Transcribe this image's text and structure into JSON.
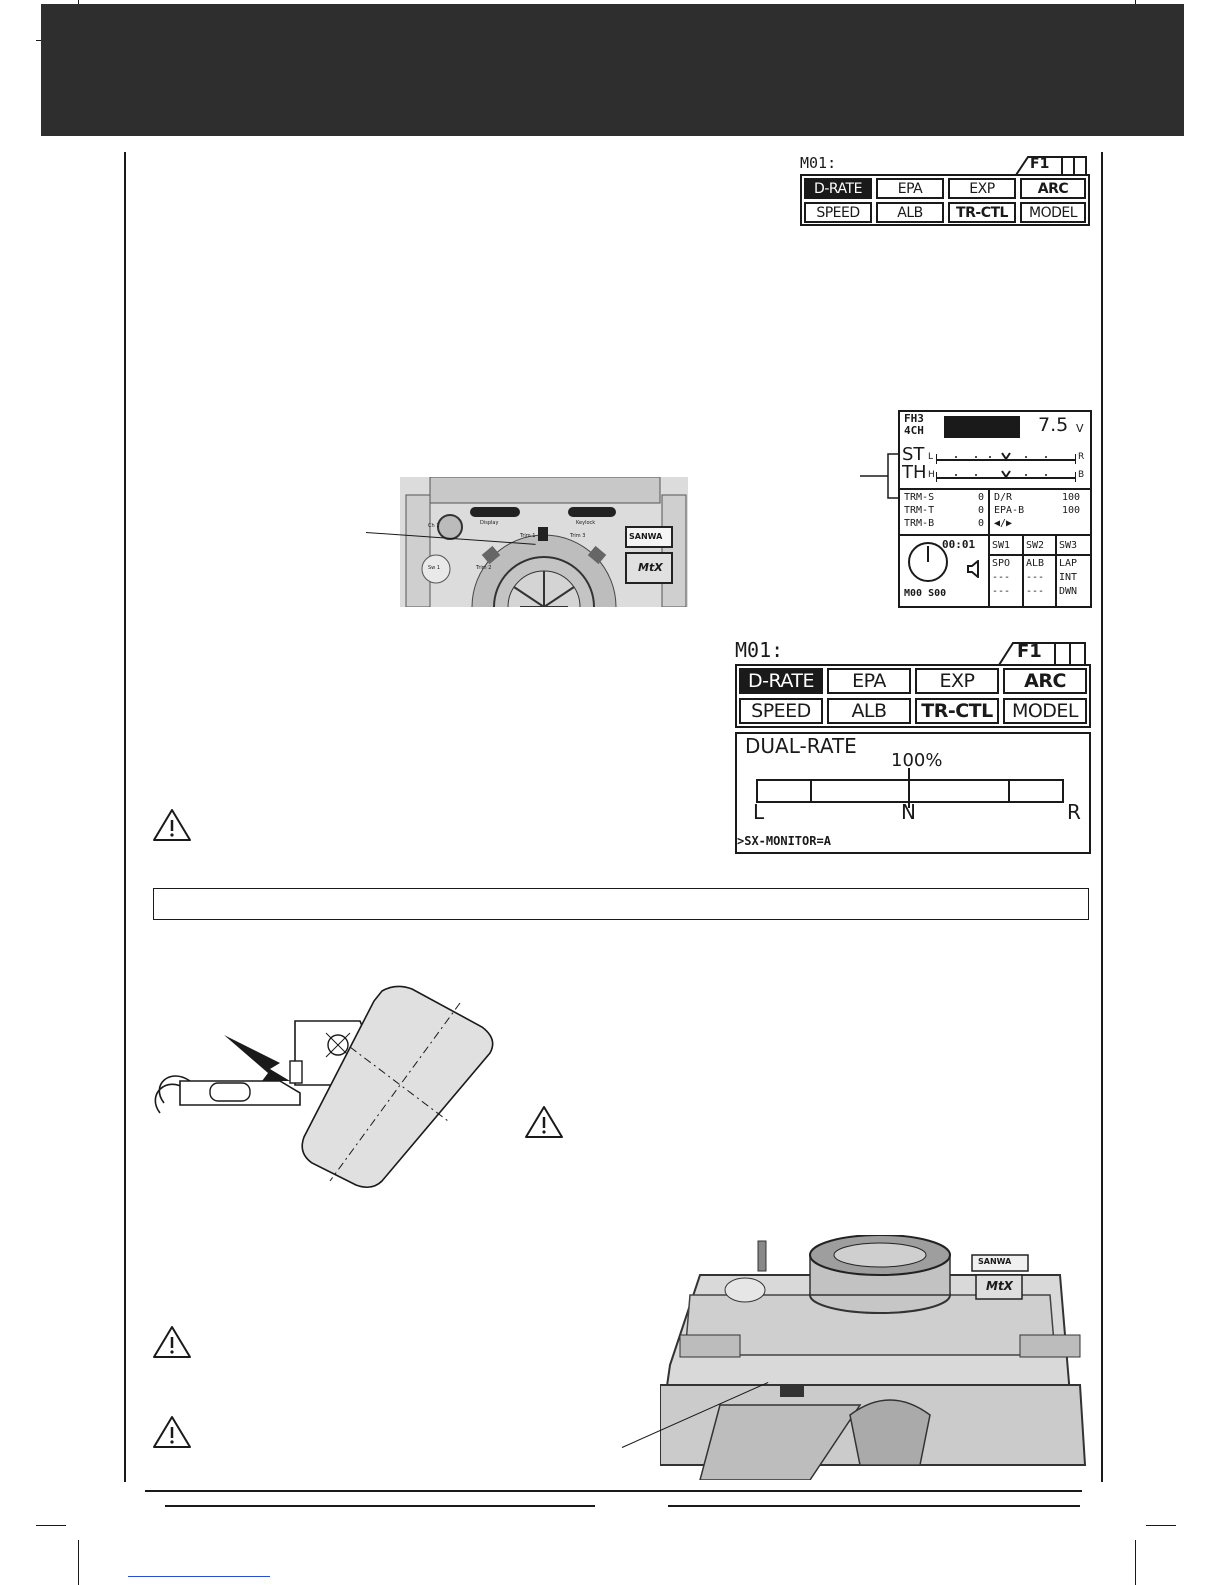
{
  "menu_small": {
    "model_label": "M01:",
    "page_tab": "F1",
    "row1": [
      "D-RATE",
      "EPA",
      "EXP",
      "ARC"
    ],
    "row2": [
      "SPEED",
      "ALB",
      "TR-CTL",
      "MODEL"
    ]
  },
  "home_screen": {
    "system_line1": "FH3",
    "system_line2": "4CH",
    "voltage": "7.5",
    "voltage_unit": "V",
    "st_label": "ST",
    "st_left": "L",
    "st_right": "R",
    "th_label": "TH",
    "th_left": "H",
    "th_right": "B",
    "trims": [
      {
        "name": "TRM-S",
        "value": "0"
      },
      {
        "name": "TRM-T",
        "value": "0"
      },
      {
        "name": "TRM-B",
        "value": "0"
      }
    ],
    "info": [
      {
        "name": "D/R",
        "value": "100"
      },
      {
        "name": "EPA-B",
        "value": "100"
      },
      {
        "name": "◀/▶",
        "value": ""
      }
    ],
    "timer": "00:01",
    "timer_mode": "M00 S00",
    "switches": [
      {
        "name": "SW1",
        "values": [
          "SPO",
          "---",
          "---"
        ]
      },
      {
        "name": "SW2",
        "values": [
          "ALB",
          "---",
          "---"
        ]
      },
      {
        "name": "SW3",
        "values": [
          "LAP",
          "INT",
          "DWN"
        ]
      }
    ]
  },
  "transmitter_photo": {
    "labels": [
      "Ch 1",
      "Display",
      "Keylock",
      "SANWA",
      "MtX",
      "Sw 1",
      "Trim 1",
      "Trim 2",
      "Trim 3"
    ]
  },
  "menu_large": {
    "model_label": "M01:",
    "page_tab": "F1",
    "row1": [
      "D-RATE",
      "EPA",
      "EXP",
      "ARC"
    ],
    "row2": [
      "SPEED",
      "ALB",
      "TR-CTL",
      "MODEL"
    ],
    "screen_title": "DUAL-RATE",
    "rate_value": "100%",
    "left_label": "L",
    "center_label": "N",
    "right_label": "R",
    "monitor_line": ">SX-MONITOR=A"
  },
  "transmitter_bottom_photo": {
    "labels": [
      "SANWA",
      "MtX"
    ]
  },
  "colors": {
    "header": "#2e2e2e",
    "ink": "#1a1a1a",
    "link": "#2a4fd6"
  }
}
